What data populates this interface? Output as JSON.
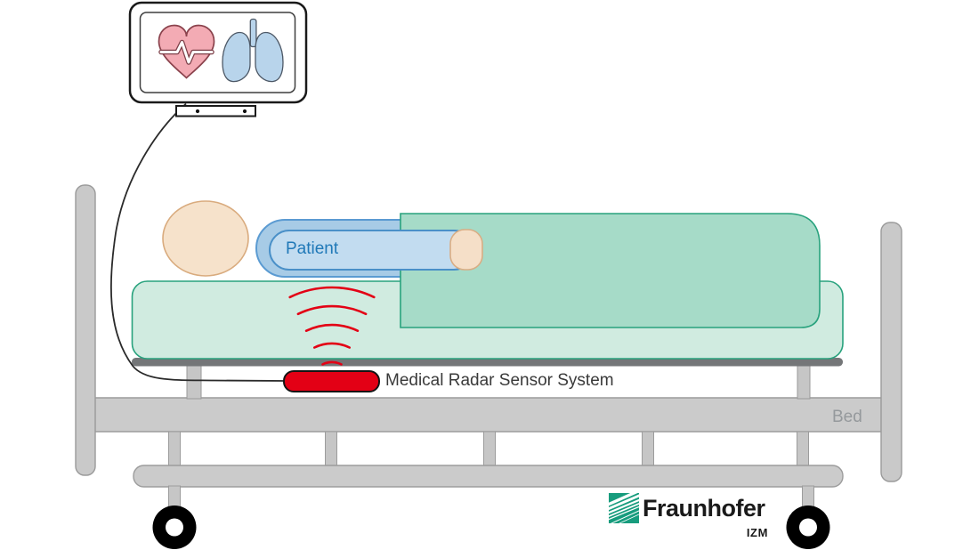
{
  "labels": {
    "patient": "Patient",
    "sensor": "Medical Radar Sensor System",
    "bed": "Bed"
  },
  "logo": {
    "brand": "Fraunhofer",
    "institute": "IZM",
    "green": "#179c7d"
  },
  "icons": {
    "monitor": "vital-signs-monitor-icon",
    "heart": "heart-ecg-icon",
    "lungs": "lungs-icon",
    "radar": "radar-waves-icon",
    "sensor": "radar-sensor-device",
    "wheel": "bed-wheel-icon",
    "logo_mark": "fraunhofer-logo-icon"
  },
  "colors": {
    "radar_red": "#e30015",
    "patient_outer_blue": "#a7cbe6",
    "patient_inner_blue": "#c2dcf0",
    "patient_text_blue": "#2079b8",
    "blanket_green": "#a6dbc8",
    "mattress_green": "#d0ebe0",
    "green_outline": "#28a27d",
    "skin": "#f6e2cb",
    "skin_outline": "#d9ab7e",
    "heart_pink": "#f3abb4",
    "heart_outline": "#8a424c",
    "lungs_blue": "#b8d4eb",
    "frame_gray": "#cbcbcb",
    "frame_stroke": "#9c9c9c",
    "platform_gray": "#747678",
    "wheel_black": "#000000",
    "bed_text_gray": "#95999c",
    "sensor_label_gray": "#3a3a3a",
    "fraunhofer_green": "#179c7d"
  }
}
